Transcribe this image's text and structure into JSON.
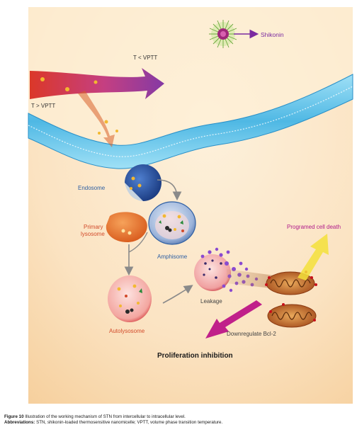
{
  "labels": {
    "shikonin": "Shikonin",
    "t_below": "T < VPTT",
    "t_above": "T > VPTT",
    "endosome": "Endosome",
    "primary_lysosome_1": "Primary",
    "primary_lysosome_2": "lysosome",
    "amphisome": "Amphisome",
    "autolysosome": "Autolysosome",
    "leakage": "Leakage",
    "programed_cell_death": "Programed cell death",
    "downregulate": "Downregulate Bcl-2",
    "proliferation": "Proliferation inhibition"
  },
  "caption": {
    "figure_label": "Figure 10",
    "figure_text": "Illustration of the working mechanism of STN from intercellular to intracellular level.",
    "abbrev_label": "Abbreviations:",
    "abbrev_text": "STN, shikonin-loaded thermosensitive nanomicelle; VPTT, volume phase transition temperature."
  },
  "colors": {
    "background": "#fbe6c8",
    "membrane": "#6ec8ea",
    "label_blue": "#2e5fa3",
    "label_red": "#d24a2a",
    "label_magenta": "#b01a8a",
    "arrow_purple": "#7a2aa0",
    "arrow_red": "#d8281a",
    "arrow_yellow": "#f3e13a"
  }
}
